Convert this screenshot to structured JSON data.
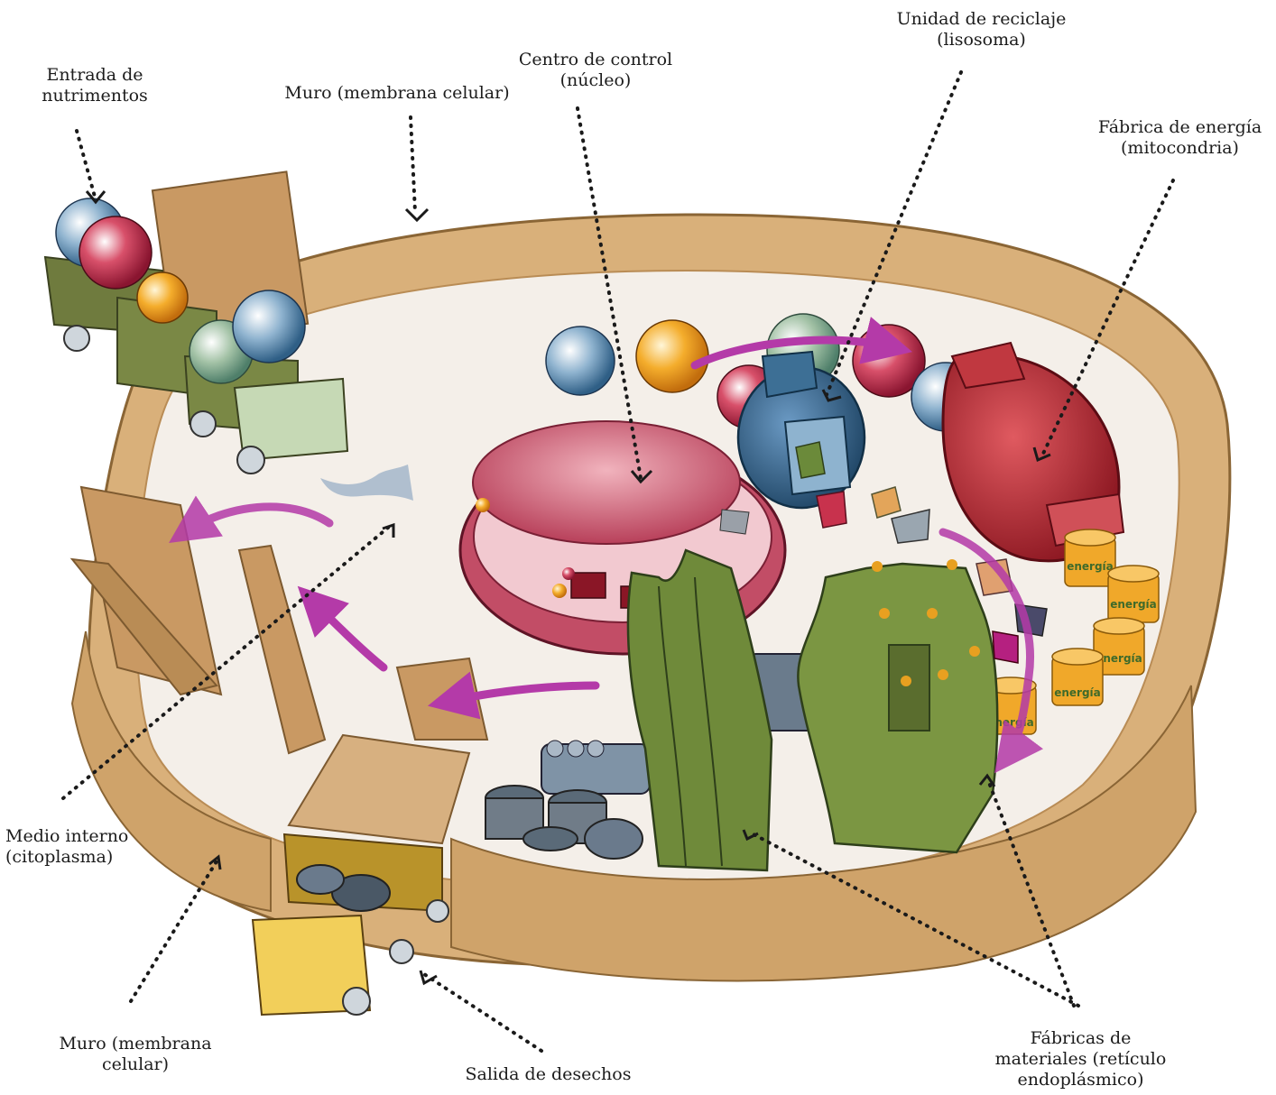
{
  "labels": {
    "nutrients": {
      "line1": "Entrada de",
      "line2": "nutrimentos"
    },
    "wall_top": {
      "line1": "Muro (membrana celular)"
    },
    "nucleus": {
      "line1": "Centro de control",
      "line2": "(núcleo)"
    },
    "lysosome": {
      "line1": "Unidad de reciclaje",
      "line2": "(lisosoma)"
    },
    "mitochondria": {
      "line1": "Fábrica de energía",
      "line2": "(mitocondria)"
    },
    "cytoplasm": {
      "line1": "Medio interno",
      "line2": "(citoplasma)"
    },
    "wall_bottom": {
      "line1": "Muro (membrana",
      "line2": "celular)"
    },
    "waste": {
      "line1": "Salida de desechos"
    },
    "er": {
      "line1": "Fábricas de",
      "line2": "materiales (retículo",
      "line3": "endoplásmico)"
    }
  },
  "energy_tag": "energía",
  "colors": {
    "wall": "#d9b07a",
    "wall_dark": "#b98c55",
    "floor": "#f4efe9",
    "nucleus": "#c9526a",
    "lysosome": "#2e5f85",
    "mitochondria": "#b82a35",
    "er": "#6f8a3a",
    "arrow": "#b43aa8",
    "energy": "#f0a82a"
  }
}
